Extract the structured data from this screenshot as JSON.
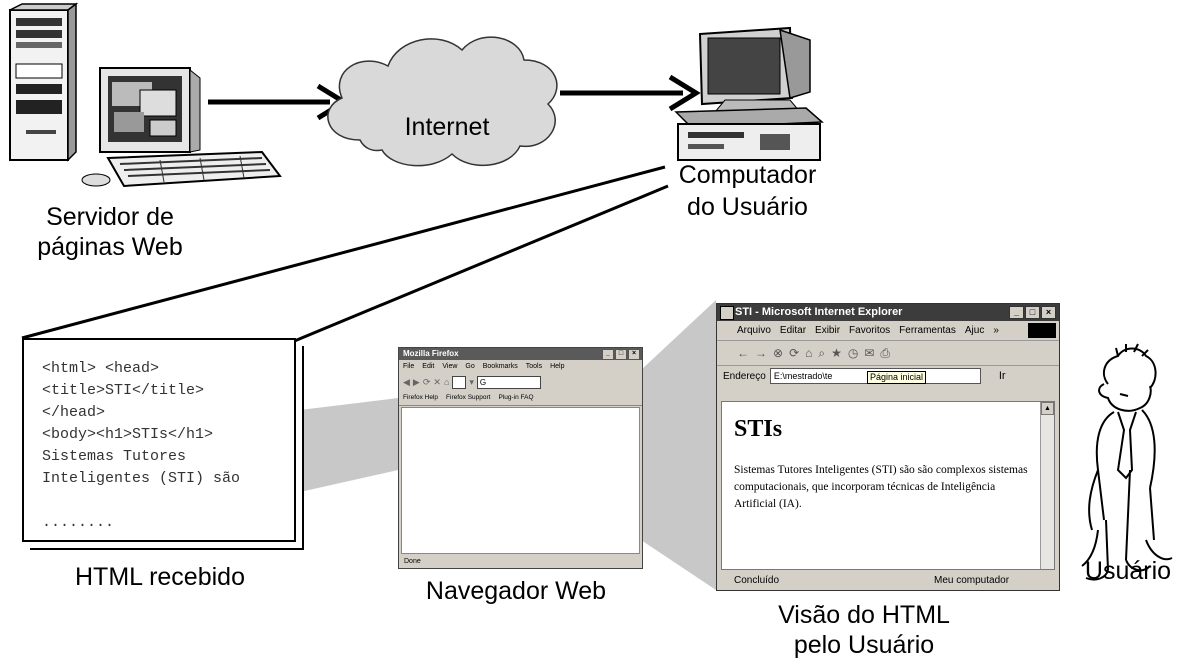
{
  "labels": {
    "internet": "Internet",
    "server_line1": "Servidor de",
    "server_line2": "páginas Web",
    "user_computer_line1": "Computador",
    "user_computer_line2": "do Usuário",
    "html_received": "HTML recebido",
    "web_browser": "Navegador Web",
    "user_view_line1": "Visão do HTML",
    "user_view_line2": "pelo Usuário",
    "user": "Usuário"
  },
  "html_code": "<html> <head>\n<title>STI</title>\n</head>\n<body><h1>STIs</h1>\nSistemas Tutores\nInteligentes (STI) são\n\n........",
  "firefox": {
    "title": "Mozilla Firefox",
    "menu": [
      "File",
      "Edit",
      "View",
      "Go",
      "Bookmarks",
      "Tools",
      "Help"
    ],
    "search_letter": "G",
    "bookmarks": [
      "Firefox Help",
      "Firefox Support",
      "Plug-in FAQ"
    ],
    "status": "Done"
  },
  "ie": {
    "title": "STI - Microsoft Internet Explorer",
    "menu": [
      "Arquivo",
      "Editar",
      "Exibir",
      "Favoritos",
      "Ferramentas",
      "Ajuc"
    ],
    "address_label": "Endereço",
    "address_value": "E:\\mestrado\\te",
    "tooltip": "Página inicial",
    "go": "Ir",
    "heading": "STIs",
    "body_text": "Sistemas Tutores Inteligentes (STI) são são complexos sistemas computacionais, que incorporam técnicas de Inteligência Artificial (IA).",
    "status_left": "Concluído",
    "status_right": "Meu computador"
  },
  "colors": {
    "cloud": "#d9d9d9",
    "projection": "#c8c8c8",
    "window_frame": "#d4d0c8"
  },
  "icons": [
    "server-tower-icon",
    "crt-monitor-icon",
    "keyboard-icon",
    "desktop-computer-icon",
    "cloud-icon",
    "person-icon"
  ]
}
